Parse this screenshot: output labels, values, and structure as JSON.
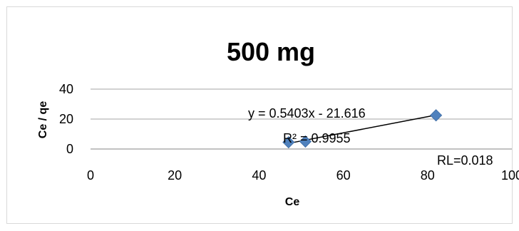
{
  "chart_data": {
    "type": "scatter",
    "title": "500 mg",
    "xlabel": "Ce",
    "ylabel": "Ce / qe",
    "xlim": [
      0,
      100
    ],
    "ylim": [
      0,
      40
    ],
    "xticks": [
      "0",
      "20",
      "40",
      "60",
      "80",
      "100"
    ],
    "yticks": [
      "0",
      "20",
      "40"
    ],
    "grid": "horizontal",
    "legend": "none",
    "marker_color": "#4f81bd",
    "trendline_color": "#000000",
    "points": [
      {
        "x": 47,
        "y": 4.5
      },
      {
        "x": 51,
        "y": 5
      },
      {
        "x": 82,
        "y": 22.5
      }
    ],
    "trendline": {
      "slope": 0.5403,
      "intercept": -21.616,
      "x_start": 47,
      "x_end": 82
    },
    "annotations": {
      "equation": "y = 0.5403x - 21.616",
      "r_squared": "R² = 0.9955",
      "rl": "RL=0.018"
    }
  }
}
